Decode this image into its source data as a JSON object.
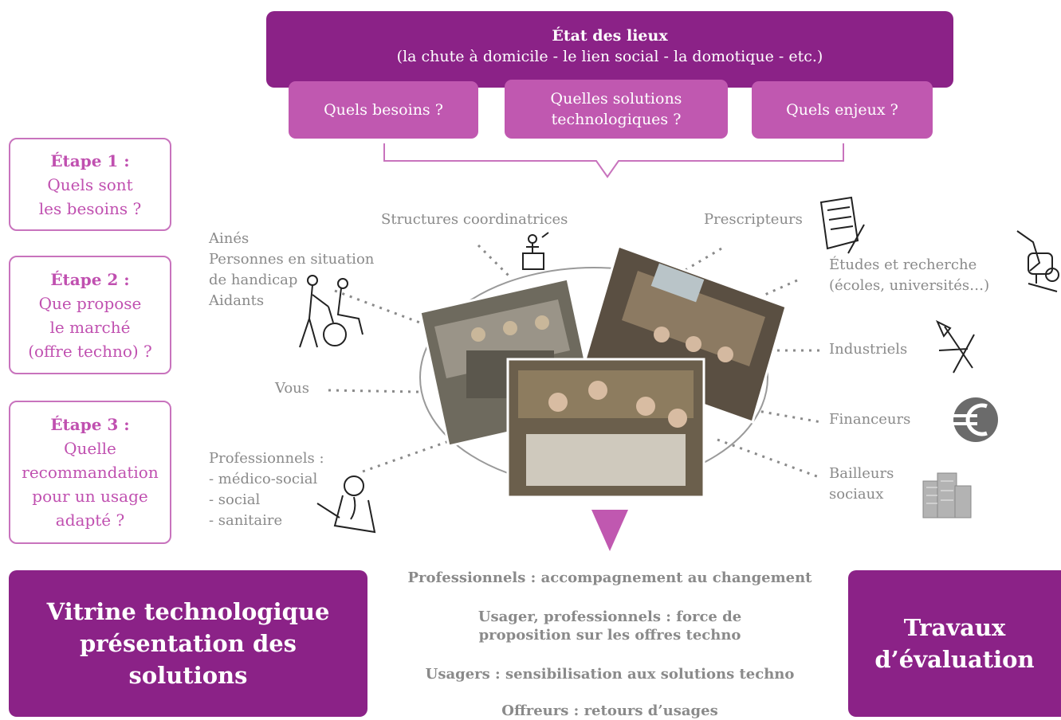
{
  "header": {
    "title": "État des lieux",
    "subtitle": "(la chute à domicile - le lien social - la domotique - etc.)"
  },
  "questions": [
    "Quels besoins ?",
    "Quelles solutions technologiques ?",
    "Quels enjeux ?"
  ],
  "stages": [
    {
      "title": "Étape 1 :",
      "lines": [
        "Quels sont",
        "les besoins ?"
      ]
    },
    {
      "title": "Étape 2 :",
      "lines": [
        "Que propose",
        "le marché",
        "(offre techno) ?"
      ]
    },
    {
      "title": "Étape 3 :",
      "lines": [
        "Quelle",
        "recommandation",
        "pour un usage",
        "adapté ?"
      ]
    }
  ],
  "actors": {
    "aines": "Ainés\nPersonnes en situation\nde handicap\nAidants",
    "structures": "Structures coordinatrices",
    "prescripteurs": "Prescripteurs",
    "etudes": "Études et recherche\n(écoles, universités…)",
    "vous": "Vous",
    "industriels": "Industriels",
    "financeurs": "Financeurs",
    "bailleurs": "Bailleurs\nsociaux",
    "professionnels": "Professionnels :\n- médico-social\n- social\n- sanitaire"
  },
  "outcomes": [
    "Professionnels : accompagnement au changement",
    "Usager, professionnels : force de proposition sur les offres techno",
    "Usagers : sensibilisation aux solutions techno",
    "Offreurs : retours d’usages"
  ],
  "left_box": "Vitrine technologique présentation des solutions",
  "right_box": "Travaux d’évaluation",
  "colors": {
    "purple": "#8b2287",
    "pink": "#c058b0",
    "grey": "#8a8a8a"
  }
}
